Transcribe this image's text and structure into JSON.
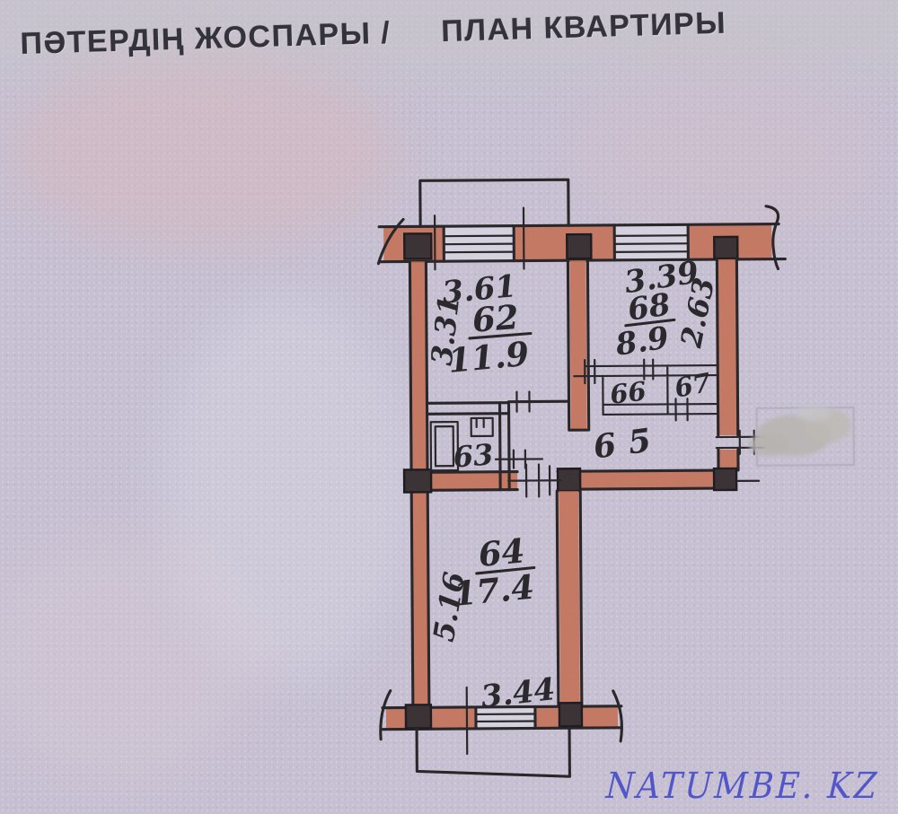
{
  "title": {
    "left": "ПӘТЕРДІҢ ЖОСПАРЫ /",
    "right": "ПЛАН КВАРТИРЫ"
  },
  "watermark": {
    "text": "NATUMBE. KZ",
    "color": "#4a4ec8"
  },
  "plan": {
    "rooms": [
      {
        "number": "62",
        "area": "11.9"
      },
      {
        "number": "68",
        "area": "8.9"
      },
      {
        "number": "63"
      },
      {
        "number": "64",
        "area": "17.4"
      },
      {
        "number": "65"
      },
      {
        "number": "66"
      },
      {
        "number": "67"
      }
    ],
    "dimensions": {
      "room62_top": "3.61",
      "room62_left": "3.31",
      "room68_top": "3.39",
      "room68_right": "2.63",
      "room64_left": "5.16",
      "room64_bottom": "3.44"
    },
    "colors": {
      "wall_fill": "#c3735a",
      "ink": "#2a272b",
      "paper": "#c6c0d2",
      "watermark_blue": "#4a4ec8"
    }
  }
}
